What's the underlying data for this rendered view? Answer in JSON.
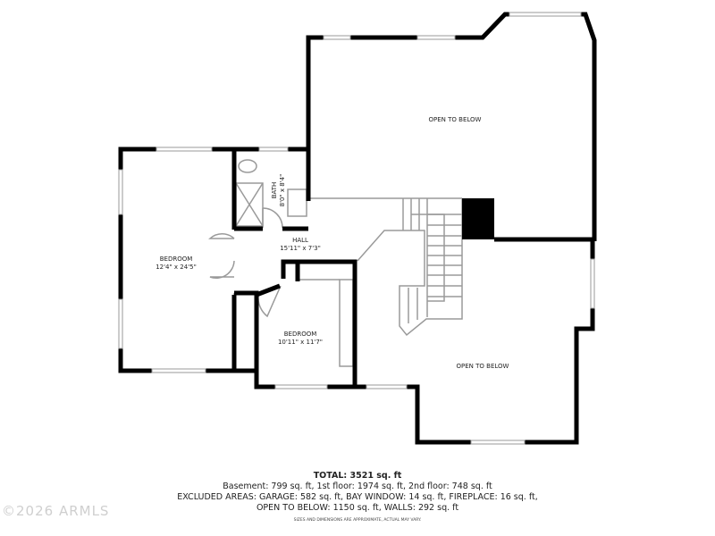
{
  "rooms": {
    "bedroom1": {
      "name": "BEDROOM",
      "dims": "12'4\" x 24'5\""
    },
    "bath": {
      "name": "BATH",
      "dims": "8'0\" x 8'4\""
    },
    "hall": {
      "name": "HALL",
      "dims": "15'11\" x 7'3\""
    },
    "bedroom2": {
      "name": "BEDROOM",
      "dims": "10'11\" x 11'7\""
    },
    "open_upper": {
      "name": "OPEN TO BELOW"
    },
    "open_lower": {
      "name": "OPEN TO BELOW"
    }
  },
  "summary": {
    "total": "TOTAL: 3521 sq. ft",
    "floors": "Basement: 799 sq. ft, 1st floor: 1974 sq. ft, 2nd floor: 748 sq. ft",
    "excluded": "EXCLUDED AREAS: GARAGE: 582 sq. ft, BAY WINDOW: 14 sq. ft, FIREPLACE: 16 sq. ft,",
    "excluded2": "OPEN TO BELOW: 1150 sq. ft, WALLS: 292 sq. ft",
    "disclaimer": "SIZES AND DIMENSIONS ARE APPROXIMATE, ACTUAL MAY VARY."
  },
  "watermark": "©2026 ARMLS",
  "colors": {
    "wall": "#000000",
    "thin": "#9a9a9a"
  }
}
